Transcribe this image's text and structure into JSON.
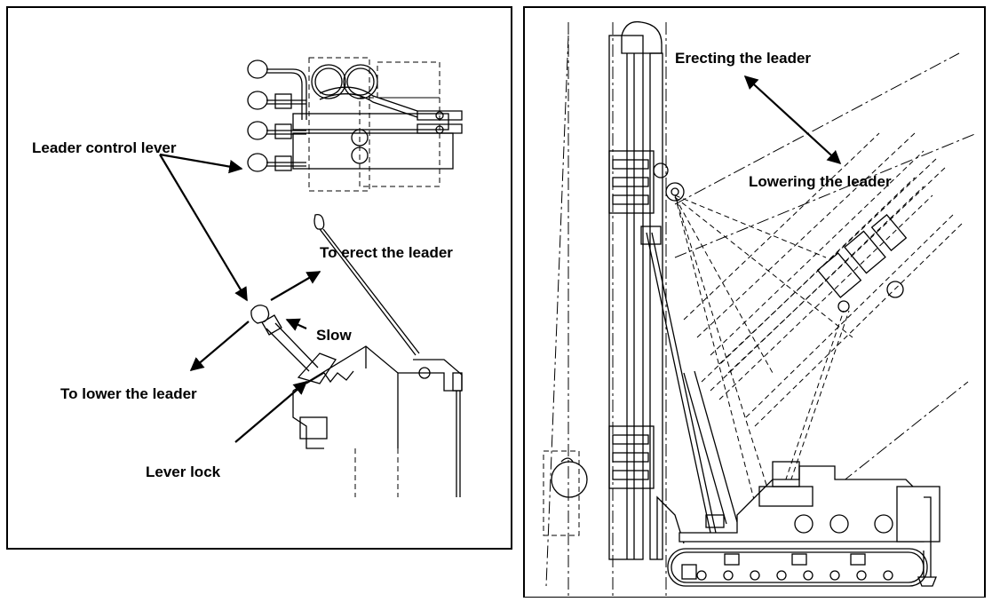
{
  "left_panel": {
    "labels": {
      "leader_control_lever": "Leader control lever",
      "to_erect": "To erect the leader",
      "slow": "Slow",
      "to_lower": "To lower the leader",
      "lever_lock": "Lever lock"
    }
  },
  "right_panel": {
    "labels": {
      "erecting": "Erecting the leader",
      "lowering": "Lowering the leader"
    }
  }
}
